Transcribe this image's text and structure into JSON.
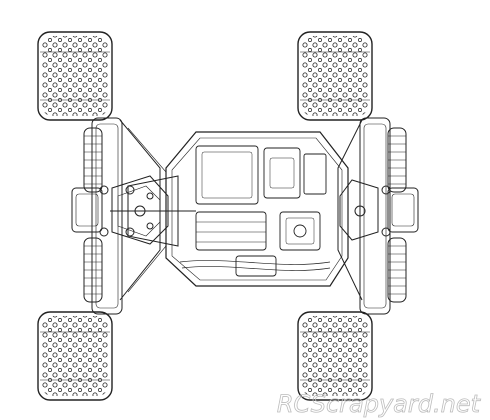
{
  "diagram": {
    "subject": "rc-truck-chassis-top-view",
    "line_color": "#222222",
    "background": "#ffffff",
    "tires": [
      "front-left",
      "front-right",
      "rear-left",
      "rear-right"
    ]
  },
  "watermark": {
    "text": "RCScrapyard.net",
    "color": "#bdbdbd"
  }
}
